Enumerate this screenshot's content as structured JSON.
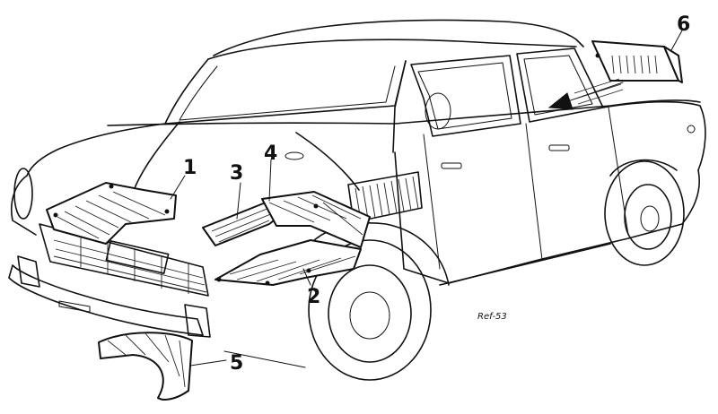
{
  "diagram": {
    "callouts": [
      {
        "id": "1",
        "label": "1"
      },
      {
        "id": "2",
        "label": "2"
      },
      {
        "id": "3",
        "label": "3"
      },
      {
        "id": "4",
        "label": "4"
      },
      {
        "id": "5",
        "label": "5"
      },
      {
        "id": "6",
        "label": "6"
      }
    ],
    "signature": "Ref-53"
  }
}
